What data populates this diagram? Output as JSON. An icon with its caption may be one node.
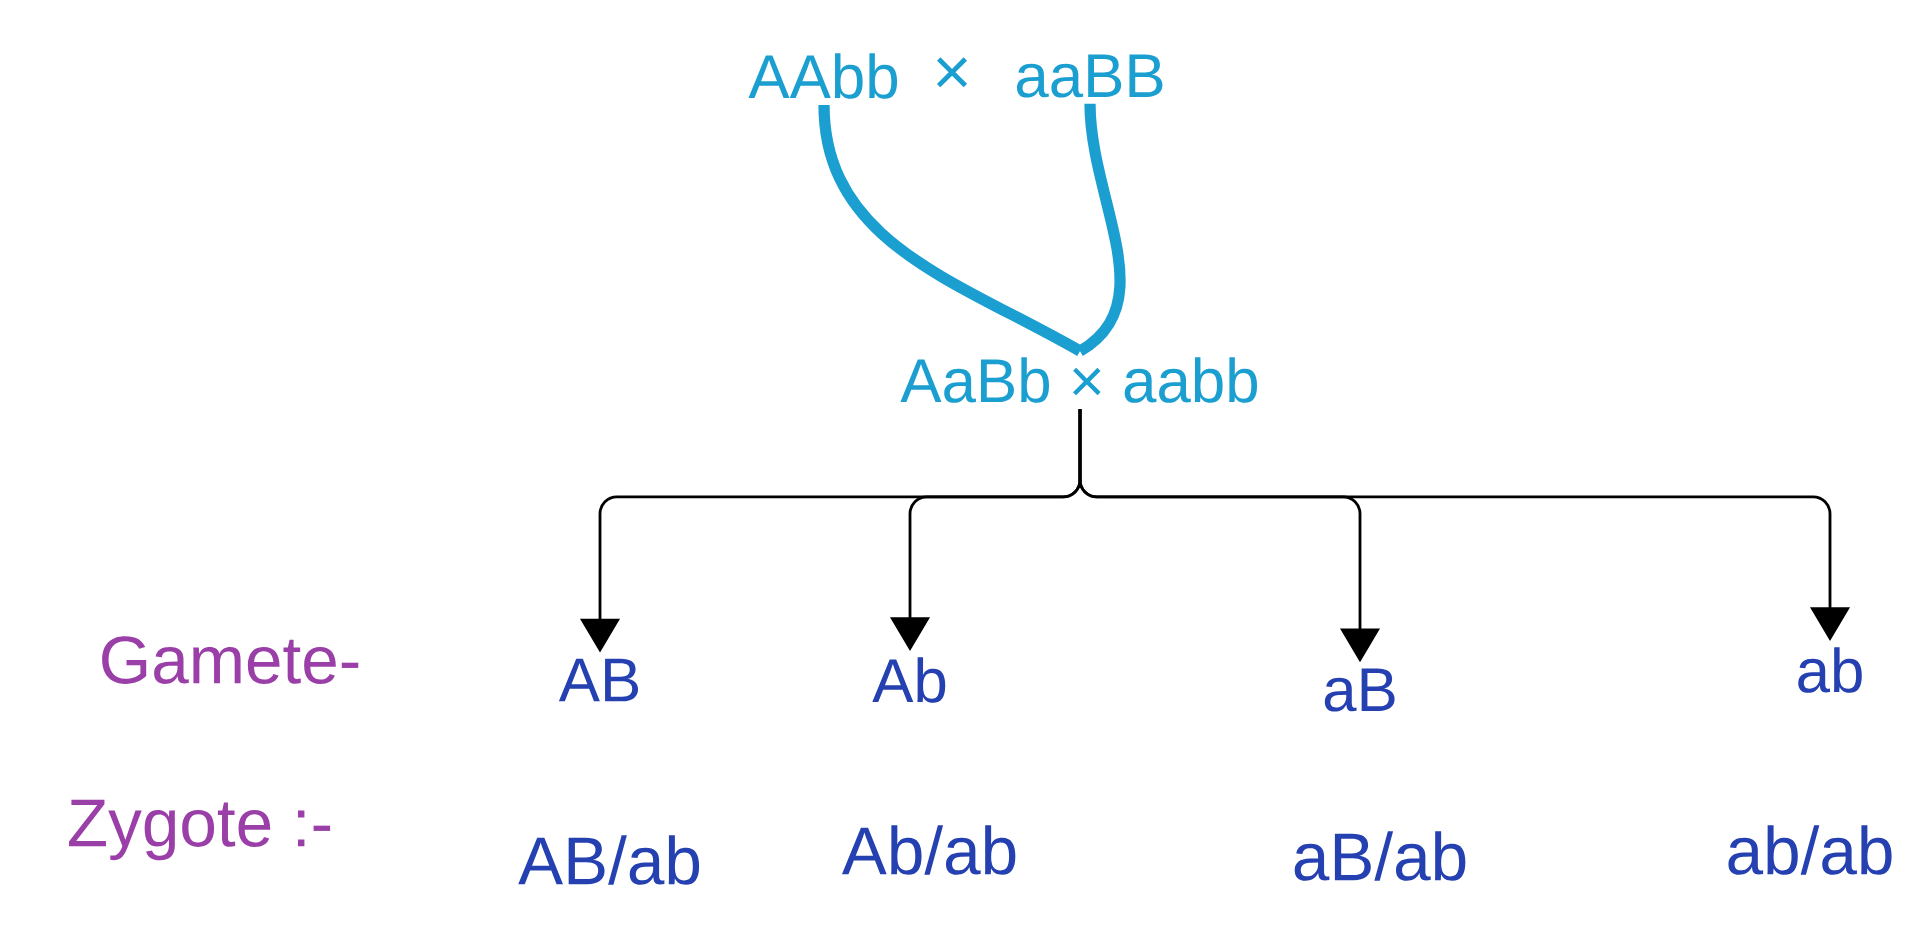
{
  "diagram": {
    "nodes": [
      {
        "text": [
          "AAbb"
        ]
      },
      {
        "text": [
          "aaBB"
        ]
      },
      {
        "text": [
          "AaBb × aabb"
        ]
      },
      {
        "text": [
          "AB"
        ]
      },
      {
        "text": [
          "Ab"
        ]
      },
      {
        "text": [
          "aB"
        ]
      },
      {
        "text": [
          "ab"
        ]
      }
    ],
    "edges": [
      {
        "from": 0,
        "to": 2,
        "arrow": "none",
        "style": "thick",
        "color": "#1a9fd0"
      },
      {
        "from": 1,
        "to": 2,
        "arrow": "none",
        "style": "thick",
        "color": "#1a9fd0"
      },
      {
        "from": 2,
        "to": 3,
        "arrow": "to"
      },
      {
        "from": 2,
        "to": 4,
        "arrow": "to"
      },
      {
        "from": 2,
        "to": 5,
        "arrow": "to"
      },
      {
        "from": 2,
        "to": 6,
        "arrow": "to"
      }
    ],
    "labels": [
      "×",
      "Gamete-",
      "Zygote :-",
      "AB/ab",
      "Ab/ab",
      "aB/ab",
      "ab/ab"
    ]
  }
}
